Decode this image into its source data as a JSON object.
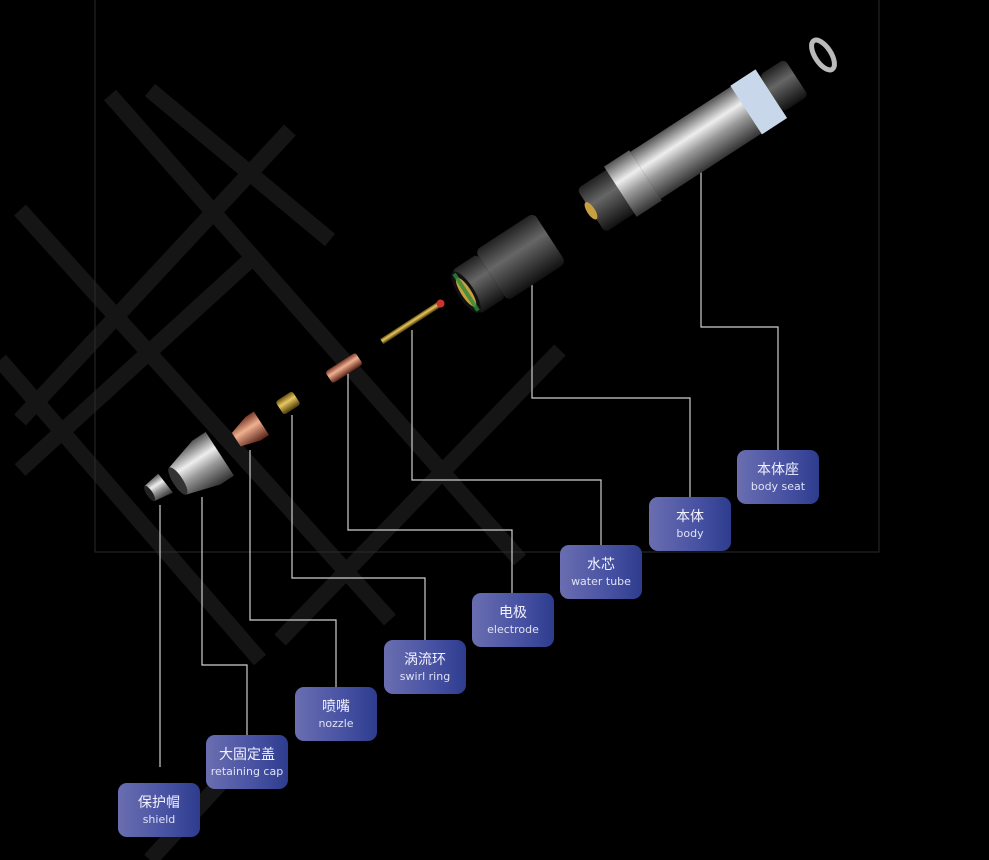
{
  "title": "Plasma torch exploded view",
  "colors": {
    "label_bg_start": "#6a6eb0",
    "label_bg_end": "#2e3c8e",
    "leader_line": "#cfcfcf",
    "background": "#000000"
  },
  "parts": [
    {
      "id": "shield",
      "cn": "保护帽",
      "en": "shield"
    },
    {
      "id": "retaining_cap",
      "cn": "大固定盖",
      "en": "retaining cap"
    },
    {
      "id": "nozzle",
      "cn": "喷嘴",
      "en": "nozzle"
    },
    {
      "id": "swirl_ring",
      "cn": "涡流环",
      "en": "swirl ring"
    },
    {
      "id": "electrode",
      "cn": "电极",
      "en": "electrode"
    },
    {
      "id": "water_tube",
      "cn": "水芯",
      "en": "water tube"
    },
    {
      "id": "body",
      "cn": "本体",
      "en": "body"
    },
    {
      "id": "body_seat",
      "cn": "本体座",
      "en": "body seat"
    }
  ]
}
